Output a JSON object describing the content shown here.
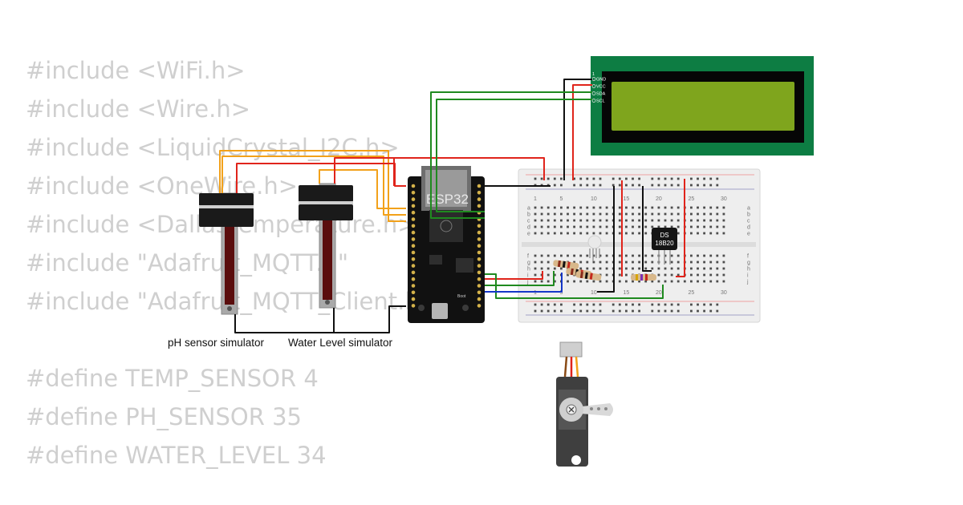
{
  "code": {
    "top_lines": [
      "#include <WiFi.h>",
      "#include <Wire.h>",
      "#include <LiquidCrystal_I2C.h>",
      "#include <OneWire.h>",
      "#include <DallasTemperature.h>",
      "#include \"Adafruit_MQTT.h\"",
      "#include \"Adafruit_MQTT_Client.h\""
    ],
    "bottom_lines": [
      "#define TEMP_SENSOR 4",
      "#define PH_SENSOR 35",
      "#define WATER_LEVEL 34"
    ]
  },
  "components": {
    "slider_ph_label": "pH sensor simulator",
    "slider_water_label": "Water Level simulator",
    "esp32_label": "ESP32",
    "esp32_boot_label": "Boot",
    "sensor_label_line1": "DS",
    "sensor_label_line2": "18B20",
    "lcd_pins": [
      "GND",
      "VCC",
      "SDA",
      "SCL"
    ],
    "lcd_pin_one": "1",
    "breadboard_cols": [
      "1",
      "5",
      "10",
      "15",
      "20",
      "25",
      "30"
    ],
    "breadboard_rows_top": [
      "a",
      "b",
      "c",
      "d",
      "e"
    ],
    "breadboard_rows_bottom": [
      "f",
      "g",
      "h",
      "i",
      "j"
    ]
  },
  "colors": {
    "wire_red": "#e0241b",
    "wire_green": "#1f8a1f",
    "wire_black": "#111111",
    "wire_orange": "#f2a11a",
    "wire_blue": "#1436c8",
    "lcd_frame": "#0d7d43",
    "lcd_screen": "#7fa51d"
  }
}
